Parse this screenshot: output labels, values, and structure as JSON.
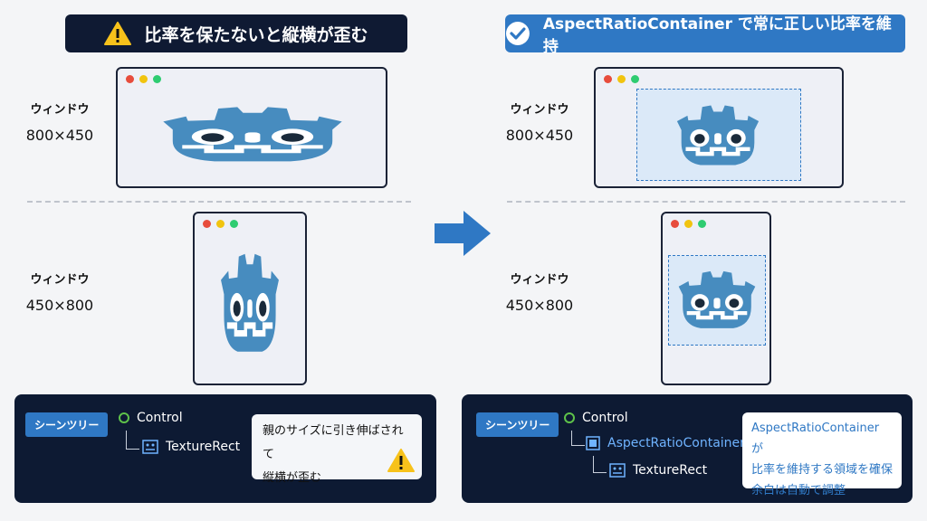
{
  "left": {
    "banner": "比率を保たないと縦横が歪む",
    "win1": {
      "title": "ウィンドウ",
      "size": "800×450"
    },
    "win2": {
      "title": "ウィンドウ",
      "size": "450×800"
    },
    "panel": {
      "tag": "シーンツリー",
      "root": "Control",
      "child": "TextureRect",
      "note_line1": "親のサイズに引き伸ばされて",
      "note_line2": "縦横が歪む"
    }
  },
  "right": {
    "banner": "AspectRatioContainer で常に正しい比率を維持",
    "win1": {
      "title": "ウィンドウ",
      "size": "800×450"
    },
    "win2": {
      "title": "ウィンドウ",
      "size": "450×800"
    },
    "panel": {
      "tag": "シーンツリー",
      "root": "Control",
      "child": "AspectRatioContainer",
      "grandchild": "TextureRect",
      "note_line1": "AspectRatioContainer が",
      "note_line2": "比率を維持する領域を確保",
      "note_line3": "余白は自動で調整"
    }
  },
  "colors": {
    "godot_blue": "#478cbf",
    "accent": "#2f78c4",
    "dark": "#0d1a33"
  },
  "icons": {
    "warning": "warning-icon",
    "check": "check-icon",
    "arrow": "arrow-right-icon"
  }
}
